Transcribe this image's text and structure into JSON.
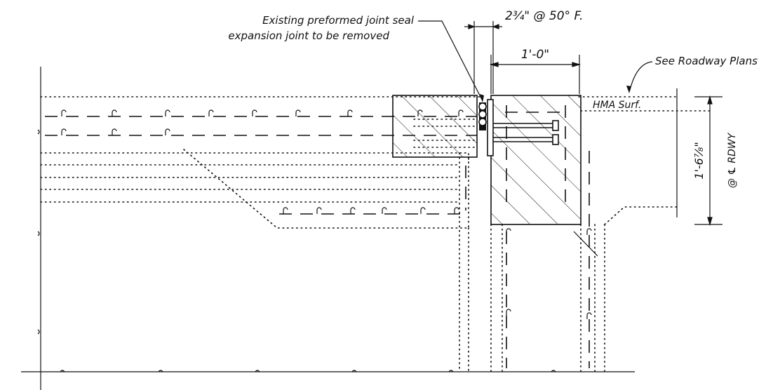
{
  "labels": {
    "joint_seal_line1": "Existing preformed joint seal",
    "joint_seal_line2": "expansion joint to be removed",
    "gap_dimension": "2³⁄₄\" @ 50° F.",
    "width_dimension": "1'-0\"",
    "roadway_note": "See Roadway Plans",
    "surface_note": "HMA Surf.",
    "depth_dimension": "1'-6⁷⁄₈\"",
    "depth_reference": "@ ℄ RDWY"
  }
}
